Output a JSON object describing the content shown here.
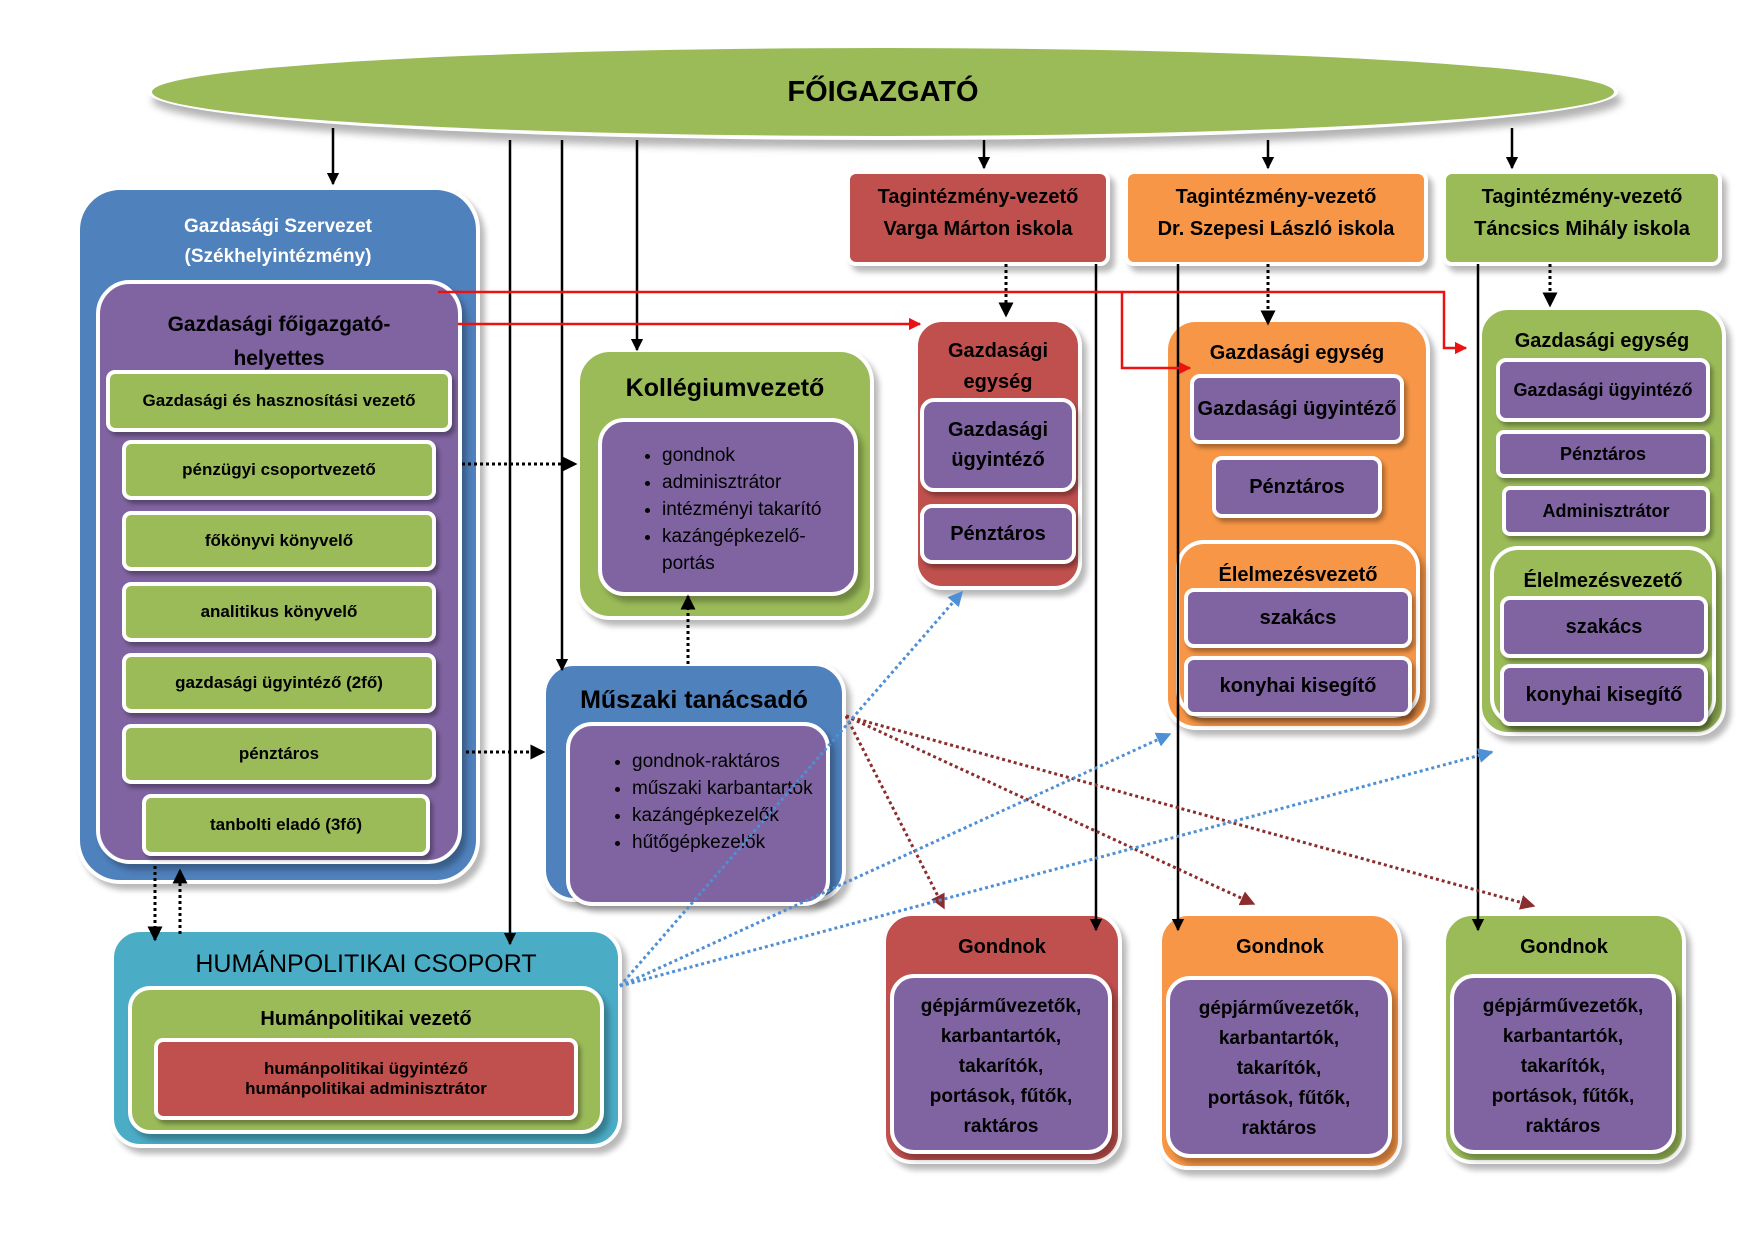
{
  "director": "FŐIGAZGATÓ",
  "econ_org": {
    "title": "Gazdasági Szervezet",
    "subtitle": "(Székhelyintézmény)",
    "deputy": "Gazdasági főigazgató-helyettes",
    "items": [
      "Gazdasági és hasznosítási vezető",
      "pénzügyi csoportvezető",
      "főkönyvi könyvelő",
      "analitikus könyvelő",
      "gazdasági ügyintéző (2fő)",
      "pénztáros",
      "tanbolti eladó (3fő)"
    ]
  },
  "kollegium": {
    "title": "Kollégiumvezető",
    "items": [
      "gondnok",
      "adminisztrátor",
      "intézményi takarító",
      "kazángépkezelő-portás"
    ]
  },
  "muszaki": {
    "title": "Műszaki tanácsadó",
    "items": [
      "gondnok-raktáros",
      "műszaki karbantartók",
      "kazángépkezelők",
      "hűtőgépkezelők"
    ]
  },
  "human": {
    "title": "HUMÁNPOLITIKAI CSOPORT",
    "leader": "Humánpolitikai vezető",
    "staff": [
      "humánpolitikai ügyintéző",
      "humánpolitikai adminisztrátor"
    ]
  },
  "heads": [
    {
      "role": "Tagintézmény-vezető",
      "school": "Varga Márton iskola"
    },
    {
      "role": "Tagintézmény-vezető",
      "school": "Dr. Szepesi László iskola"
    },
    {
      "role": "Tagintézmény-vezető",
      "school": "Táncsics Mihály iskola"
    }
  ],
  "unit_red": {
    "title": "Gazdasági egység",
    "items": [
      "Gazdasági ügyintéző",
      "Pénztáros"
    ]
  },
  "unit_orange": {
    "title": "Gazdasági egység",
    "items": [
      "Gazdasági ügyintéző",
      "Pénztáros"
    ],
    "food_head": "Élelmezésvezető",
    "food_items": [
      "szakács",
      "konyhai kisegítő"
    ]
  },
  "unit_green": {
    "title": "Gazdasági egység",
    "items": [
      "Gazdasági ügyintéző",
      "Pénztáros",
      "Adminisztrátor"
    ],
    "food_head": "Élelmezésvezető",
    "food_items": [
      "szakács",
      "konyhai kisegítő"
    ]
  },
  "gondnok": {
    "title": "Gondnok",
    "staff": [
      "gépjárművezetők,",
      "karbantartók,",
      "takarítók,",
      "portások, fűtők,",
      "raktáros"
    ]
  },
  "colors": {
    "green": "#9bbb59",
    "purple": "#8064a2",
    "red": "#c0504d",
    "orange": "#f79646",
    "blue": "#4f81bd",
    "teal": "#4bacc6"
  }
}
